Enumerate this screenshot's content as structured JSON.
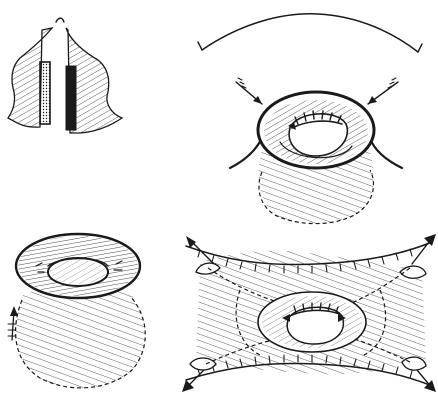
{
  "figure": {
    "panels": [
      {
        "id": "nasal-section",
        "description_icon": "cross-section-icon"
      },
      {
        "id": "sutured-defect-with-arrows",
        "description_icon": "surgical-suture-icon"
      },
      {
        "id": "ring-opening",
        "description_icon": "ring-icon"
      },
      {
        "id": "flap-closure",
        "description_icon": "flap-suture-icon"
      }
    ],
    "colors": {
      "ink": "#1a1a1a",
      "paper": "#ffffff"
    }
  }
}
